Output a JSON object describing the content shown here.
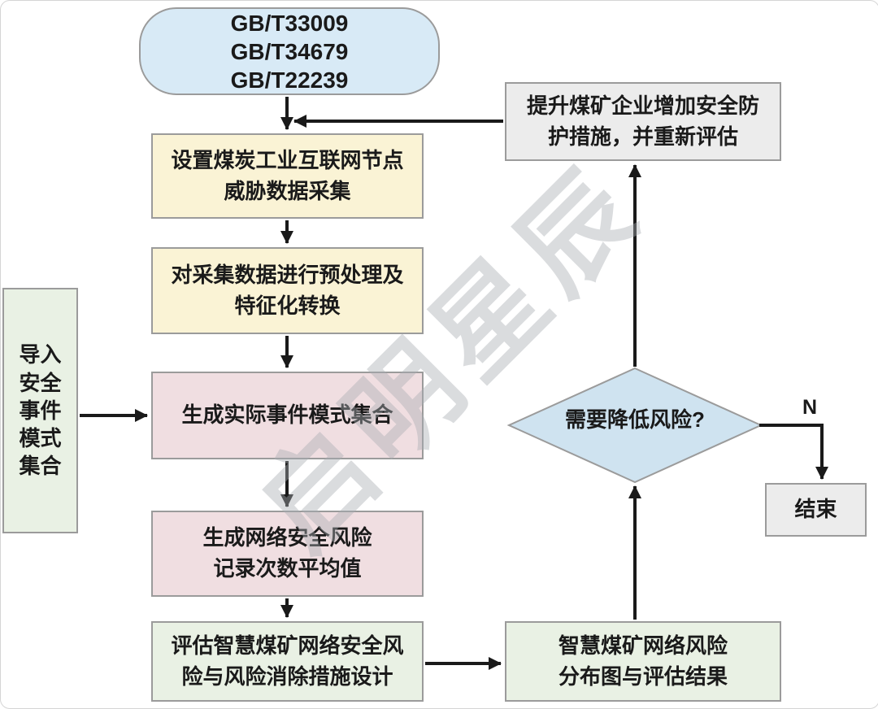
{
  "watermark": "启明星辰",
  "colors": {
    "standards_fill": "#d8eaf6",
    "process_yellow_fill": "#faf3d5",
    "process_pink_fill": "#f0dee1",
    "process_green_fill": "#e9f1e4",
    "terminal_gray_fill": "#ececec",
    "decision_fill": "#cfe3f0",
    "node_border": "#9b9b9b",
    "arrow": "#1a1a1a"
  },
  "nodes": {
    "standards": "GB/T33009\nGB/T34679\nGB/T22239",
    "collect": "设置煤炭工业互联网节点\n威胁数据采集",
    "preprocess": "对采集数据进行预处理及\n特征化转换",
    "generate_pattern": "生成实际事件模式集合",
    "generate_average": "生成网络安全风险\n记录次数平均值",
    "evaluate": "评估智慧煤矿网络安全风\n险与风险消除措施设计",
    "import_set": "导入\n安全\n事件\n模式\n集合",
    "risk_map": "智慧煤矿网络风险\n分布图与评估结果",
    "decision": "需要降低风险?",
    "improve": "提升煤矿企业增加安全防\n护措施，并重新评估",
    "end": "结束"
  },
  "labels": {
    "no_branch": "N"
  }
}
